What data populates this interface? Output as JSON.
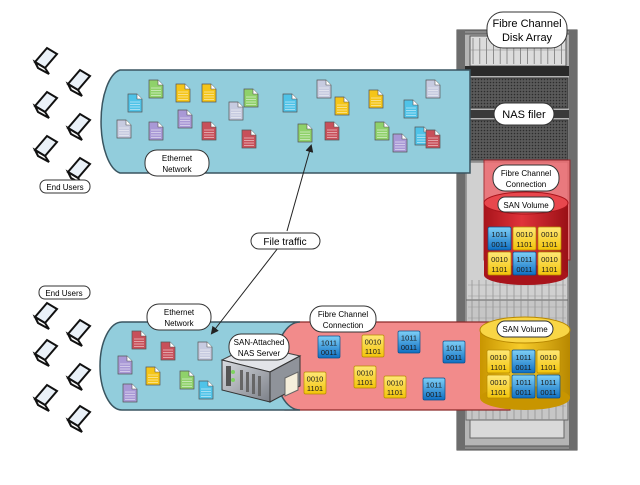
{
  "labels": {
    "disk_array_line1": "Fibre Channel",
    "disk_array_line2": "Disk Array",
    "nas_filer": "NAS filer",
    "fc_connection_top_line1": "Fibre Channel",
    "fc_connection_top_line2": "Connection",
    "san_volume_top": "SAN Volume",
    "san_volume_bottom": "SAN Volume",
    "ethernet_top_line1": "Ethernet",
    "ethernet_top_line2": "Network",
    "ethernet_bottom_line1": "Ethernet",
    "ethernet_bottom_line2": "Network",
    "end_users_top": "End Users",
    "end_users_bottom": "End Users",
    "file_traffic": "File traffic",
    "san_nas_line1": "SAN-Attached",
    "san_nas_line2": "NAS Server",
    "fc_connection_bottom_line1": "Fibre Channel",
    "fc_connection_bottom_line2": "Connection"
  },
  "colors": {
    "ethernet": "#92cddc",
    "fibre": "#f28b8b",
    "red_volume": "#d9232b",
    "gold_volume": "#f4c20d",
    "rack": "#6d6d6d",
    "doc_blue": "#4fc3e8",
    "doc_green": "#8fd16a",
    "doc_yellow": "#f5c518",
    "doc_gray": "#c7cbe0",
    "doc_purple": "#a999d6",
    "doc_red": "#c8505a",
    "tile_blue": "#1f8fdc",
    "tile_yellow": "#f7d233"
  },
  "binary": {
    "blue_line1": "1011",
    "blue_line2": "0011",
    "yellow_line1": "0010",
    "yellow_line2": "1101"
  },
  "red_volume_tiles": [
    "blue",
    "yellow",
    "yellow",
    "yellow",
    "blue",
    "yellow"
  ],
  "gold_volume_tiles": [
    "yellow",
    "blue",
    "yellow",
    "yellow",
    "blue",
    "blue"
  ],
  "fc_pipe_tiles": [
    "blue",
    "yellow",
    "blue",
    "blue",
    "yellow",
    "yellow",
    "yellow",
    "blue"
  ],
  "top_pipe_docs": [
    "blue",
    "green",
    "yellow",
    "yellow",
    "green",
    "blue",
    "gray",
    "gray",
    "purple",
    "purple",
    "red",
    "red",
    "green",
    "gray",
    "yellow",
    "yellow",
    "blue",
    "green",
    "red",
    "purple",
    "blue",
    "gray",
    "red"
  ],
  "bottom_pipe_docs": [
    "red",
    "red",
    "gray",
    "purple",
    "yellow",
    "green",
    "blue",
    "purple"
  ],
  "end_users_count_top": 6,
  "end_users_count_bottom": 6
}
